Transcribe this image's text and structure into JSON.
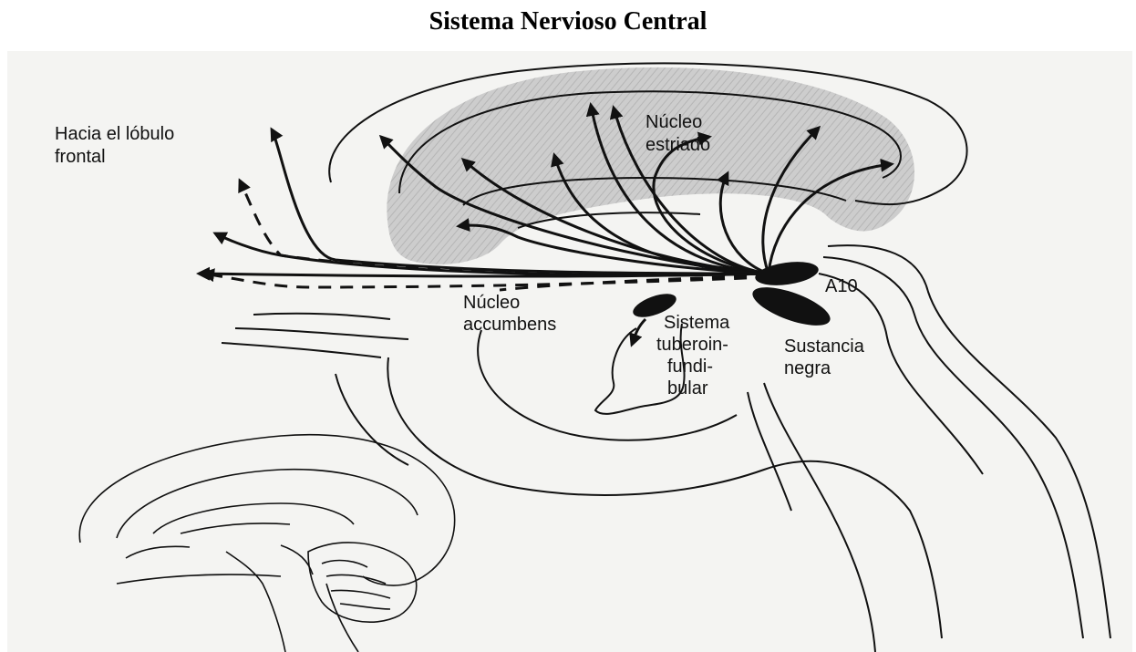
{
  "page": {
    "title": "Sistema Nervioso Central"
  },
  "labels": {
    "frontal_line1": "Hacia el lóbulo",
    "frontal_line2": "frontal",
    "estriado_line1": "Núcleo",
    "estriado_line2": "estriado",
    "a10": "A10",
    "accumbens_line1": "Núcleo",
    "accumbens_line2": "accumbens",
    "tubero_line1": "Sistema",
    "tubero_line2": "tuberoin-",
    "tubero_line3": "fundi-",
    "tubero_line4": "bular",
    "sustancia_line1": "Sustancia",
    "sustancia_line2": "negra"
  },
  "colors": {
    "background": "#f4f4f2",
    "ink": "#111111",
    "shading": "#c9c9c9"
  }
}
